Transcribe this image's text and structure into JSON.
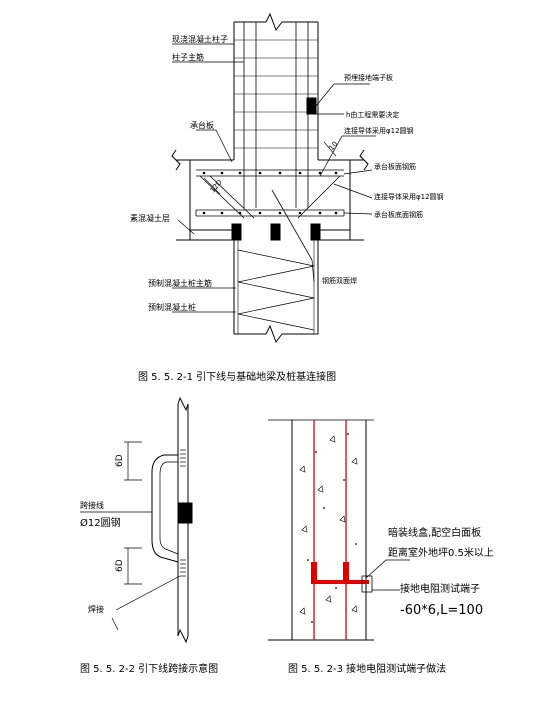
{
  "figure1": {
    "caption": "图 5. 5. 2-1  引下线与基础地梁及桩基连接图",
    "labels": {
      "column": "现浇混凝土柱子",
      "column_main_bar": "柱子主筋",
      "grounding_terminal": "预埋接地端子板",
      "h_note": "h由工程需要决定",
      "cap_plate": "承台板",
      "conductor_top": "连接导体采用φ12圆钢",
      "top_bars": "承台板面钢筋",
      "conductor_bottom": "连接导体采用φ12圆钢",
      "bottom_bars": "承台板底面钢筋",
      "plain_concrete": "素混凝土层",
      "pile_main_bar": "预制混凝土桩主筋",
      "pile": "预制混凝土桩",
      "welding": "钢筋双面焊",
      "dim_12d": "12D",
      "dim_top": "10"
    }
  },
  "figure2": {
    "caption": "图 5. 5. 2-2  引下线跨接示意图",
    "labels": {
      "jumper": "跨接线",
      "jumper_spec": "Ø12圆钢",
      "dim_upper": "6D",
      "dim_lower": "6D",
      "weld": "焊接"
    }
  },
  "figure3": {
    "caption": "图 5. 5. 2-3  接地电阻测试端子做法",
    "labels": {
      "note1": "暗装线盒,配空白面板",
      "note2": "距离室外地坪0.5米以上",
      "terminal": "接地电阻测试端子",
      "terminal_spec": "-60*6,L=100"
    },
    "colors": {
      "conductor": "#e00000"
    }
  }
}
